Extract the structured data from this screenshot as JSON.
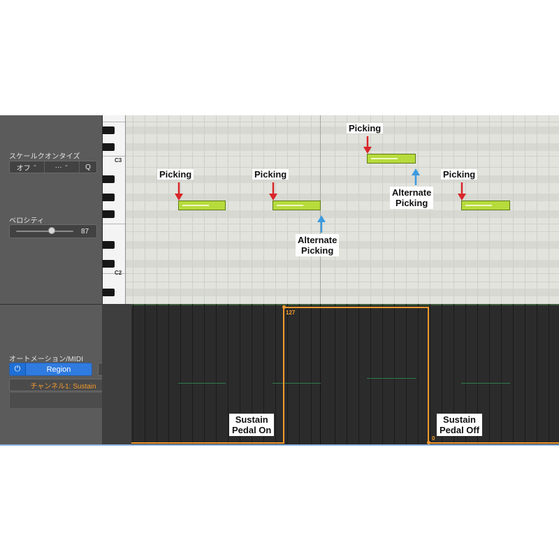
{
  "inspector": {
    "scale_quantize": {
      "label": "スケールクオンタイズ",
      "value1": "オフ",
      "value2": "···",
      "q_button": "Q"
    },
    "velocity": {
      "label": "ベロシティ",
      "value": "87",
      "level": 0.62
    },
    "automation": {
      "label": "オートメーション/MIDI",
      "region_button": "Region",
      "channel_select": "チャンネル1: Sustain"
    }
  },
  "keyboard": {
    "octave_labels": [
      "C3",
      "C2"
    ]
  },
  "automation_lane": {
    "top_value": "127",
    "bottom_value": "0"
  },
  "annotations": {
    "picking": "Picking",
    "alternate_picking": [
      "Alternate",
      "Picking"
    ],
    "sustain_on": [
      "Sustain",
      "Pedal On"
    ],
    "sustain_off": [
      "Sustain",
      "Pedal Off"
    ]
  },
  "colors": {
    "note": "#b6db3c",
    "automation": "#f39a2e",
    "arrow_down": "#d8262a",
    "arrow_up": "#3b9be0",
    "region_blue": "#2f7be0"
  }
}
